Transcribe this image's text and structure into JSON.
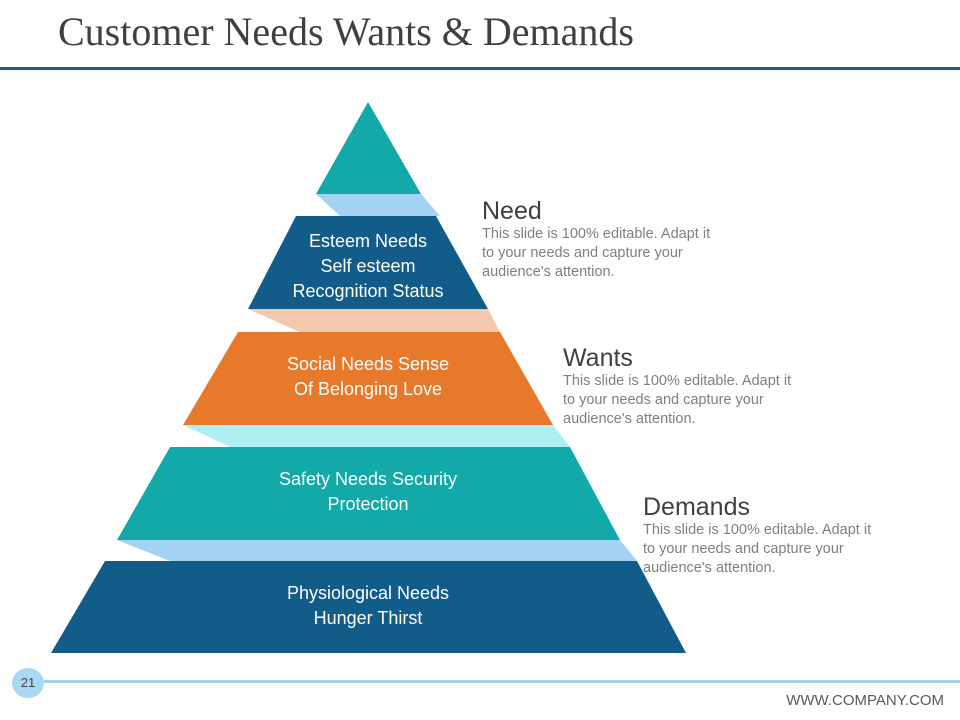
{
  "title": "Customer Needs Wants & Demands",
  "tiers": [
    {
      "label_lines": [
        "Esteem Needs",
        "Self esteem",
        "Recognition Status"
      ]
    },
    {
      "label_lines": [
        "Social Needs Sense",
        "Of Belonging Love"
      ]
    },
    {
      "label_lines": [
        "Safety Needs Security",
        "Protection"
      ]
    },
    {
      "label_lines": [
        "Physiological Needs",
        "Hunger Thirst"
      ]
    }
  ],
  "callouts": [
    {
      "heading": "Need",
      "lines": [
        "This slide is 100% editable. Adapt it",
        "to your needs and capture your",
        "audience's attention."
      ]
    },
    {
      "heading": "Wants",
      "lines": [
        "This slide is 100% editable. Adapt it",
        "to your needs and capture your",
        "audience's attention."
      ]
    },
    {
      "heading": "Demands",
      "lines": [
        "This slide is 100% editable. Adapt it",
        "to your needs and capture your",
        "audience's attention."
      ]
    }
  ],
  "footer": {
    "page_number": "21",
    "website": "WWW.COMPANY.COM"
  },
  "colors": {
    "teal": "#13A9A9",
    "dark_blue": "#125C8A",
    "orange": "#E8792B",
    "light_blue": "#A3D2F2",
    "peach": "#F4C8AC",
    "cyan": "#AEEFF2"
  }
}
